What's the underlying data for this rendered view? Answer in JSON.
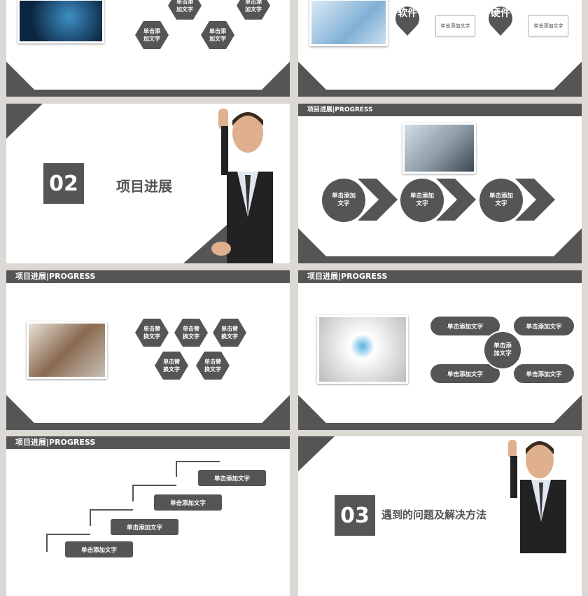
{
  "colors": {
    "background": "#dcd8d3",
    "dark": "#555555",
    "slide": "#ffffff"
  },
  "s1": {
    "hex": [
      "单击添加文字",
      "单击添加文字",
      "单击添加文字",
      "单击添加文字"
    ]
  },
  "s2": {
    "pin1": "软件",
    "pin2": "硬件",
    "box1": "单击添加文字",
    "box2": "单击添加文字"
  },
  "s3": {
    "num": "02",
    "title": "项目进展"
  },
  "s4": {
    "header": "项目进展|PROGRESS",
    "circles": [
      "单击添加文字",
      "单击添加文字",
      "单击添加文字"
    ]
  },
  "s5": {
    "header": "项目进展|PROGRESS",
    "hex": [
      "单击替换文字",
      "单击替换文字",
      "单击替换文字",
      "单击替换文字",
      "单击替换文字"
    ]
  },
  "s6": {
    "header": "项目进展|PROGRESS",
    "center": "单击添加文字",
    "pills": [
      "单击添加文字",
      "单击添加文字",
      "单击添加文字",
      "单击添加文字"
    ]
  },
  "s7": {
    "header": "项目进展|PROGRESS",
    "steps": [
      "单击添加文字",
      "单击添加文字",
      "单击添加文字",
      "单击添加文字"
    ]
  },
  "s8": {
    "num": "03",
    "title": "遇到的问题及解决方法"
  }
}
